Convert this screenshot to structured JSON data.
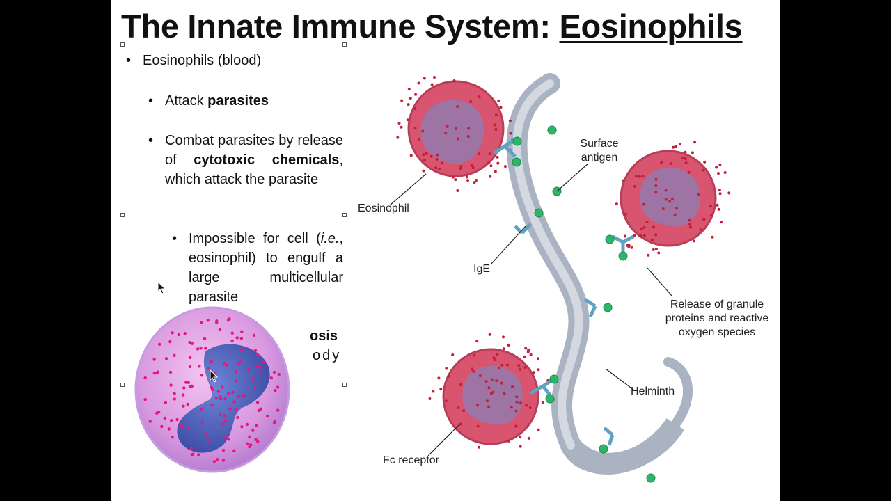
{
  "slide": {
    "title_prefix": "The Innate Immune System: ",
    "title_highlight": "Eosinophils",
    "bullets": {
      "l1": "Eosinophils (blood)",
      "l2a_plain": "Attack ",
      "l2a_bold": "parasites",
      "l2b_pre": "Combat parasites by release of ",
      "l2b_bold": "cytotoxic chemicals",
      "l2b_post": ", which attack the parasite",
      "l3_pre": "Impossible for cell (",
      "l3_italic": "i.e.",
      "l3_post": ", eosinophil) to engulf a large multicellular parasite",
      "partial_1": "osis",
      "partial_2": "ody"
    },
    "figure_labels": {
      "eosinophil": "Eosinophil",
      "surface_antigen_1": "Surface",
      "surface_antigen_2": "antigen",
      "ige": "IgE",
      "release_1": "Release of granule",
      "release_2": "proteins and reactive",
      "release_3": "oxygen species",
      "helminth": "Helminth",
      "fc_receptor": "Fc receptor"
    }
  },
  "colors": {
    "cell": "#d9546e",
    "granule": "#c0203a",
    "nucleus": "#8a7fb8",
    "worm": "#b9c1cf",
    "antibody": "#5fa3c0",
    "antigen": "#2fb56a"
  }
}
